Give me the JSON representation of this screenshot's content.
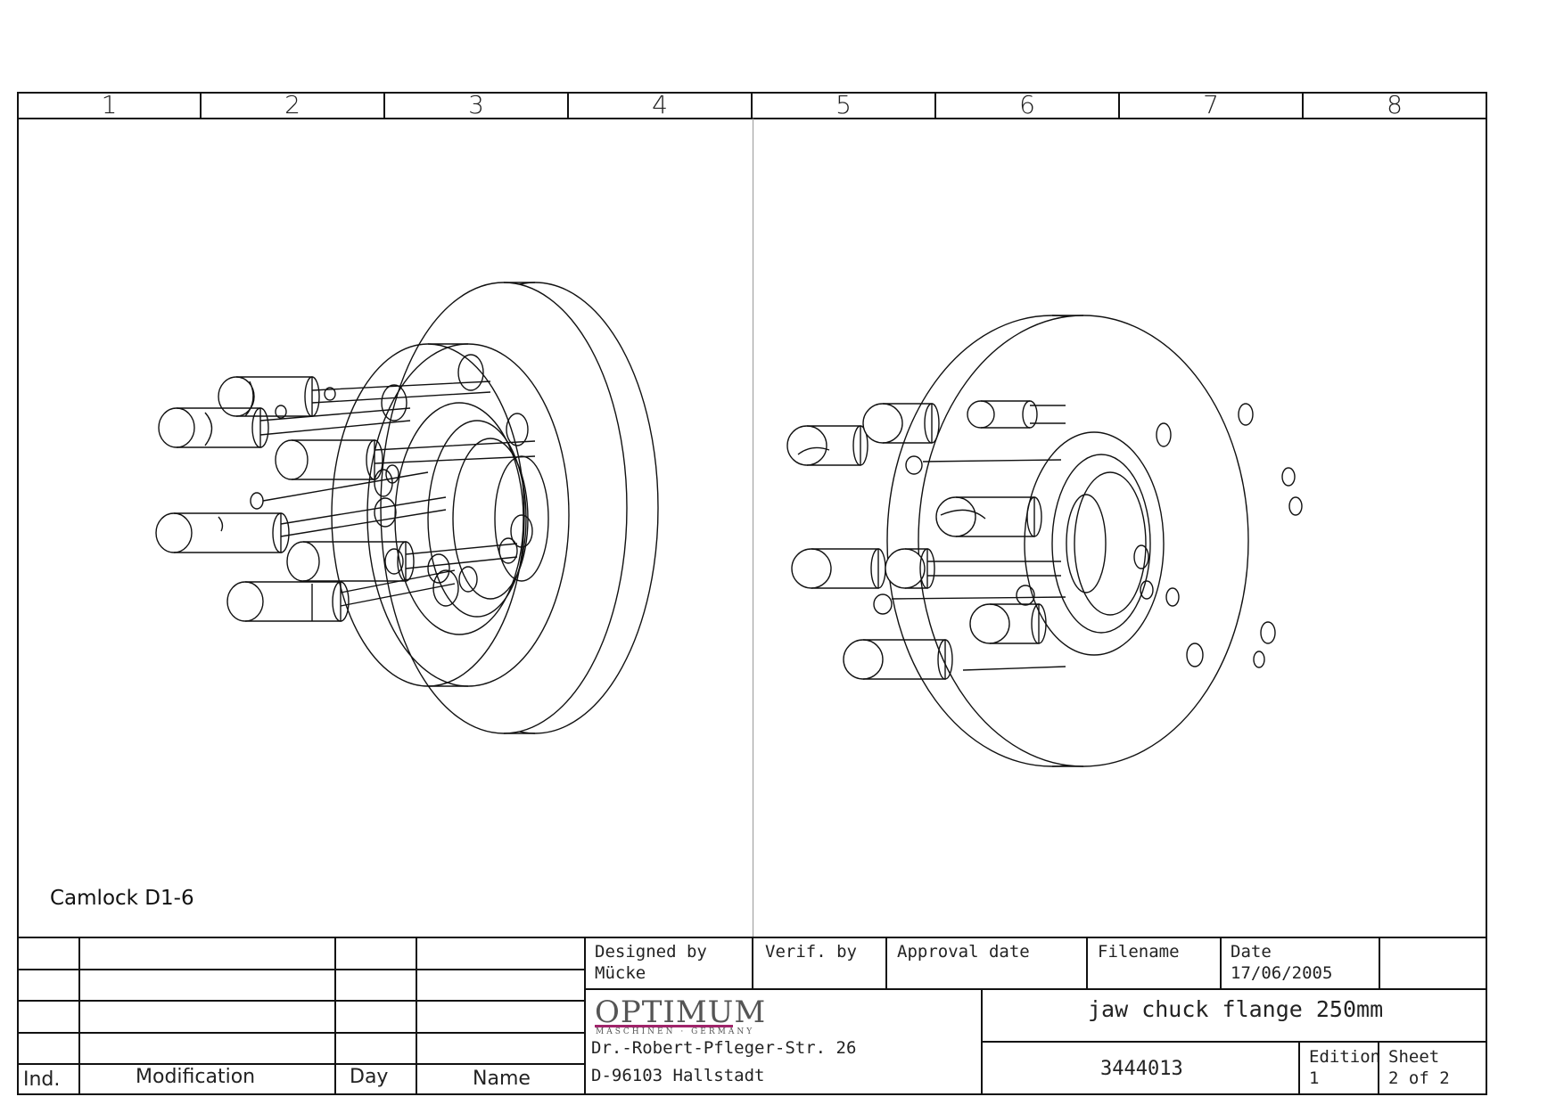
{
  "zones": [
    "1",
    "2",
    "3",
    "4",
    "5",
    "6",
    "7",
    "8"
  ],
  "view": {
    "caption": "Camlock D1-6"
  },
  "revision_table": {
    "headers": {
      "ind": "Ind.",
      "modification": "Modification",
      "day": "Day",
      "name": "Name"
    }
  },
  "title_block": {
    "designed_by_label": "Designed by",
    "designed_by_value": "Mücke",
    "verif_by_label": "Verif. by",
    "approval_date_label": "Approval date",
    "filename_label": "Filename",
    "date_label": "Date",
    "date_value": "17/06/2005",
    "company_logo": "OPTIMUM",
    "company_sub": "MASCHINEN · GERMANY",
    "address_line1": "Dr.-Robert-Pfleger-Str. 26",
    "address_line2": "D-96103 Hallstadt",
    "drawing_title": "jaw chuck flange 250mm",
    "drawing_number": "3444013",
    "edition_label": "Edition",
    "edition_value": "1",
    "sheet_label": "Sheet",
    "sheet_value": "2 of 2"
  },
  "colors": {
    "line": "#111111",
    "logo_accent": "#a0246a",
    "logo_text": "#555555"
  }
}
